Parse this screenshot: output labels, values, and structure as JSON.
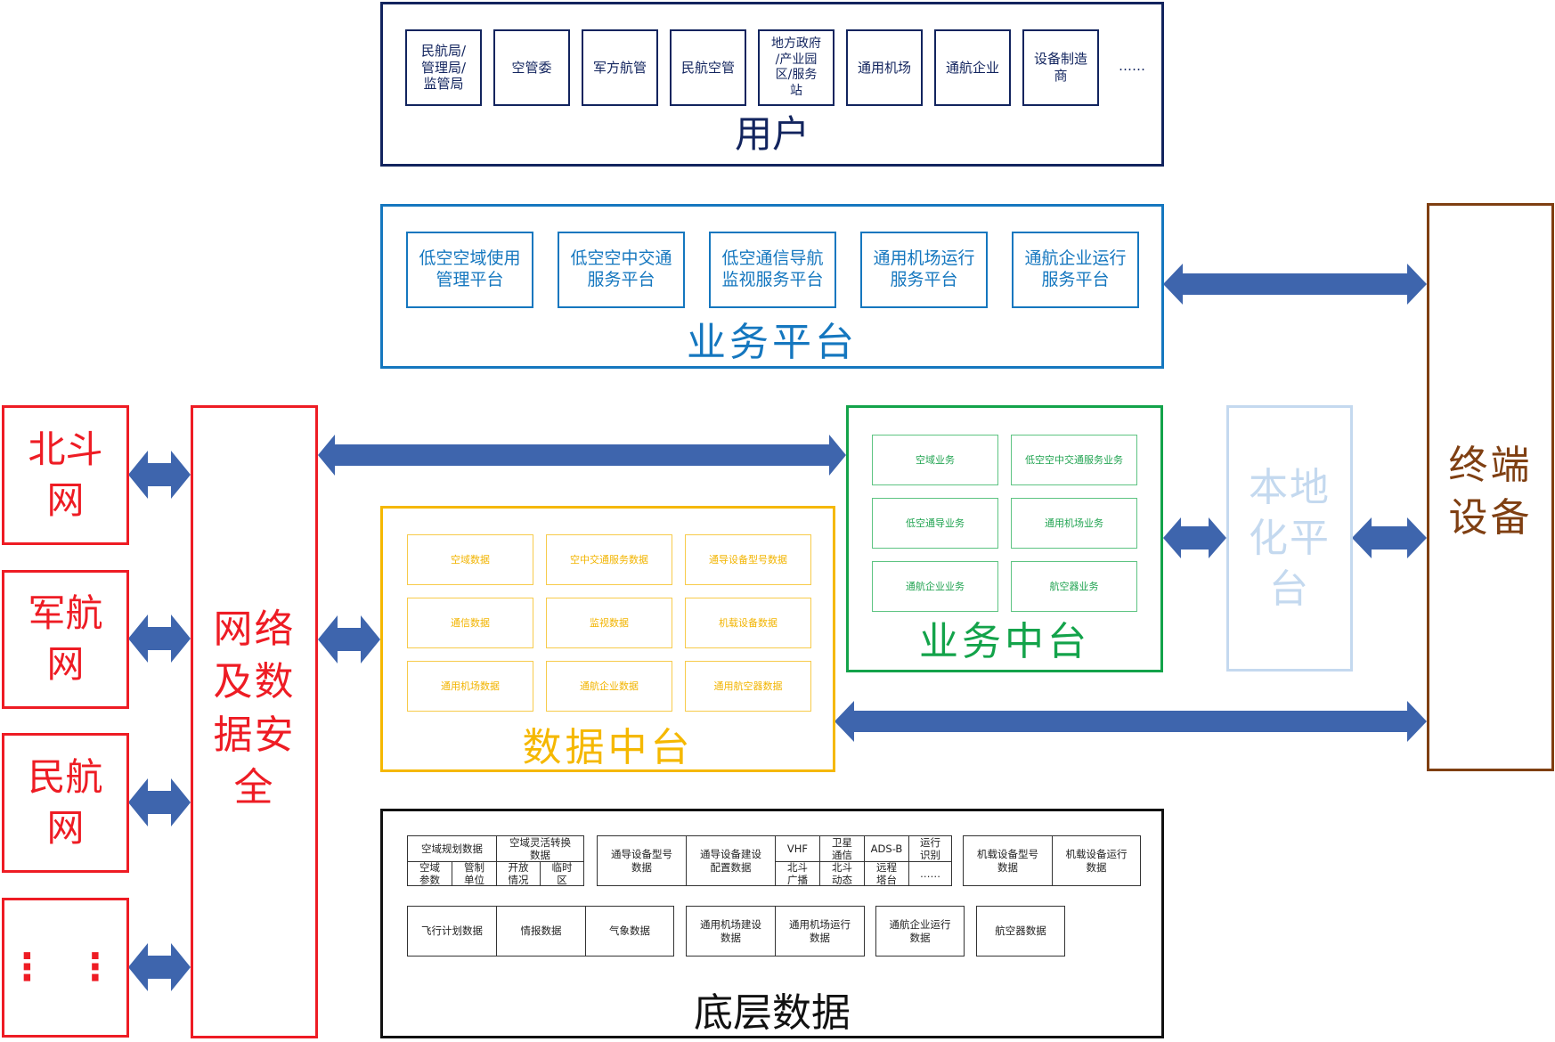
{
  "users": {
    "title": "用户",
    "items": [
      "民航局/\n管理局/\n监管局",
      "空管委",
      "军方航管",
      "民航空管",
      "地方政府\n/产业园\n区/服务\n站",
      "通用机场",
      "通航企业",
      "设备制造\n商"
    ],
    "more": "……"
  },
  "business_platform": {
    "title": "业务平台",
    "items": [
      "低空空域使用\n管理平台",
      "低空空中交通\n服务平台",
      "低空通信导航\n监视服务平台",
      "通用机场运行\n服务平台",
      "通航企业运行\n服务平台"
    ]
  },
  "business_middle": {
    "title": "业务中台",
    "items": [
      "空域业务",
      "低空空中交通服务业务",
      "低空通导业务",
      "通用机场业务",
      "通航企业业务",
      "航空器业务"
    ]
  },
  "data_middle": {
    "title": "数据中台",
    "items": [
      "空域数据",
      "空中交通服务数据",
      "通导设备型号数据",
      "通信数据",
      "监视数据",
      "机载设备数据",
      "通用机场数据",
      "通航企业数据",
      "通用航空器数据"
    ]
  },
  "base_data": {
    "title": "底层数据",
    "airspace": {
      "planning": "空域规划数据",
      "flexible": "空域灵活转换\n数据",
      "sub": [
        "空域\n参数",
        "管制\n单位",
        "开放\n情况",
        "临时\n区"
      ]
    },
    "nav_model": "通导设备型号\n数据",
    "nav_build": "通导设备建设\n配置数据",
    "nav_grid": [
      "VHF",
      "卫星\n通信",
      "ADS-B",
      "运行\n识别",
      "北斗\n广播",
      "北斗\n动态",
      "远程\n塔台",
      "……"
    ],
    "airborne": [
      "机载设备型号\n数据",
      "机载设备运行\n数据"
    ],
    "row2_group1": [
      "飞行计划数据",
      "情报数据",
      "气象数据"
    ],
    "row2_group2": [
      "通用机场建设\n数据",
      "通用机场运行\n数据"
    ],
    "row2_single": [
      "通航企业运行\n数据",
      "航空器数据"
    ]
  },
  "networks": [
    "北斗\n网",
    "军航\n网",
    "民航\n网",
    "⋮ ⋮"
  ],
  "security": "网络\n及数\n据安\n全",
  "local_platform": "本地\n化平\n台",
  "terminal": "终端\n设备",
  "colors": {
    "users": "#12245e",
    "business_platform": "#1577bf",
    "business_middle": "#13a34a",
    "data_middle": "#f5b800",
    "base": "#111111",
    "network": "#ee1c24",
    "local": "#c4d9ef",
    "terminal": "#7f3f12",
    "arrow": "#3e65ad"
  }
}
